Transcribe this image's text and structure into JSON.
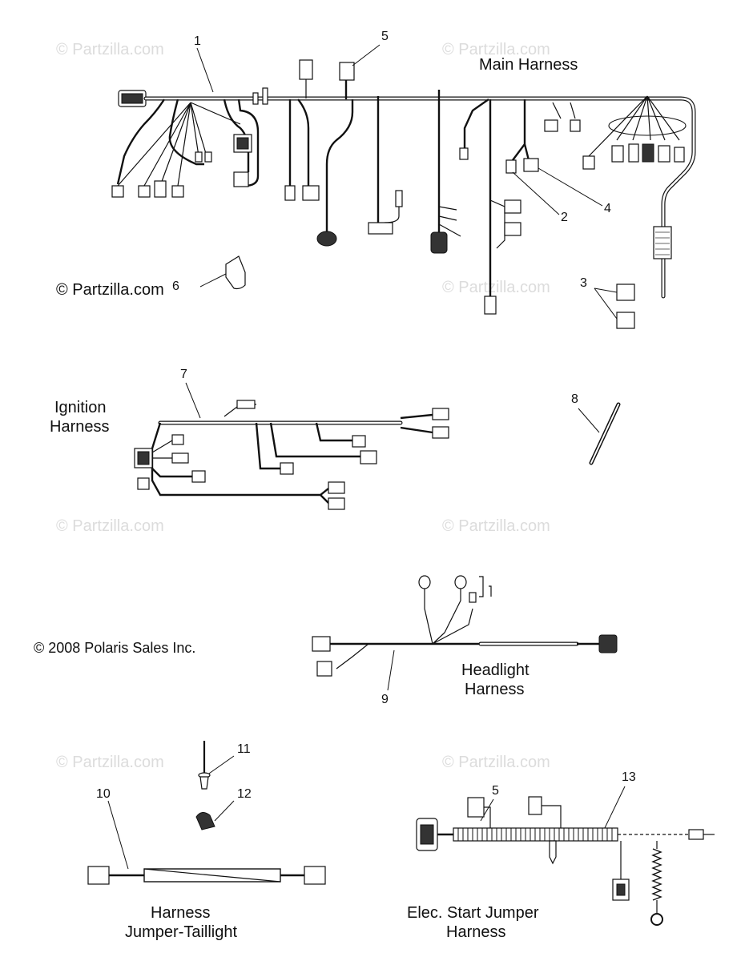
{
  "watermark": "© Partzilla.com",
  "copyright_partzilla": "© Partzilla.com",
  "copyright_polaris": "© 2008 Polaris Sales Inc.",
  "sections": {
    "main": {
      "title": "Main Harness"
    },
    "ignition": {
      "line1": "Ignition",
      "line2": "Harness"
    },
    "headlight": {
      "line1": "Headlight",
      "line2": "Harness"
    },
    "taillight": {
      "line1": "Harness",
      "line2": "Jumper-Taillight"
    },
    "elecstart": {
      "line1": "Elec. Start Jumper",
      "line2": "Harness"
    }
  },
  "callouts": {
    "c1": "1",
    "c2": "2",
    "c3": "3",
    "c4": "4",
    "c5a": "5",
    "c6": "6",
    "c7": "7",
    "c8": "8",
    "c9": "9",
    "c10": "10",
    "c11": "11",
    "c12": "12",
    "c5b": "5",
    "c13": "13"
  }
}
